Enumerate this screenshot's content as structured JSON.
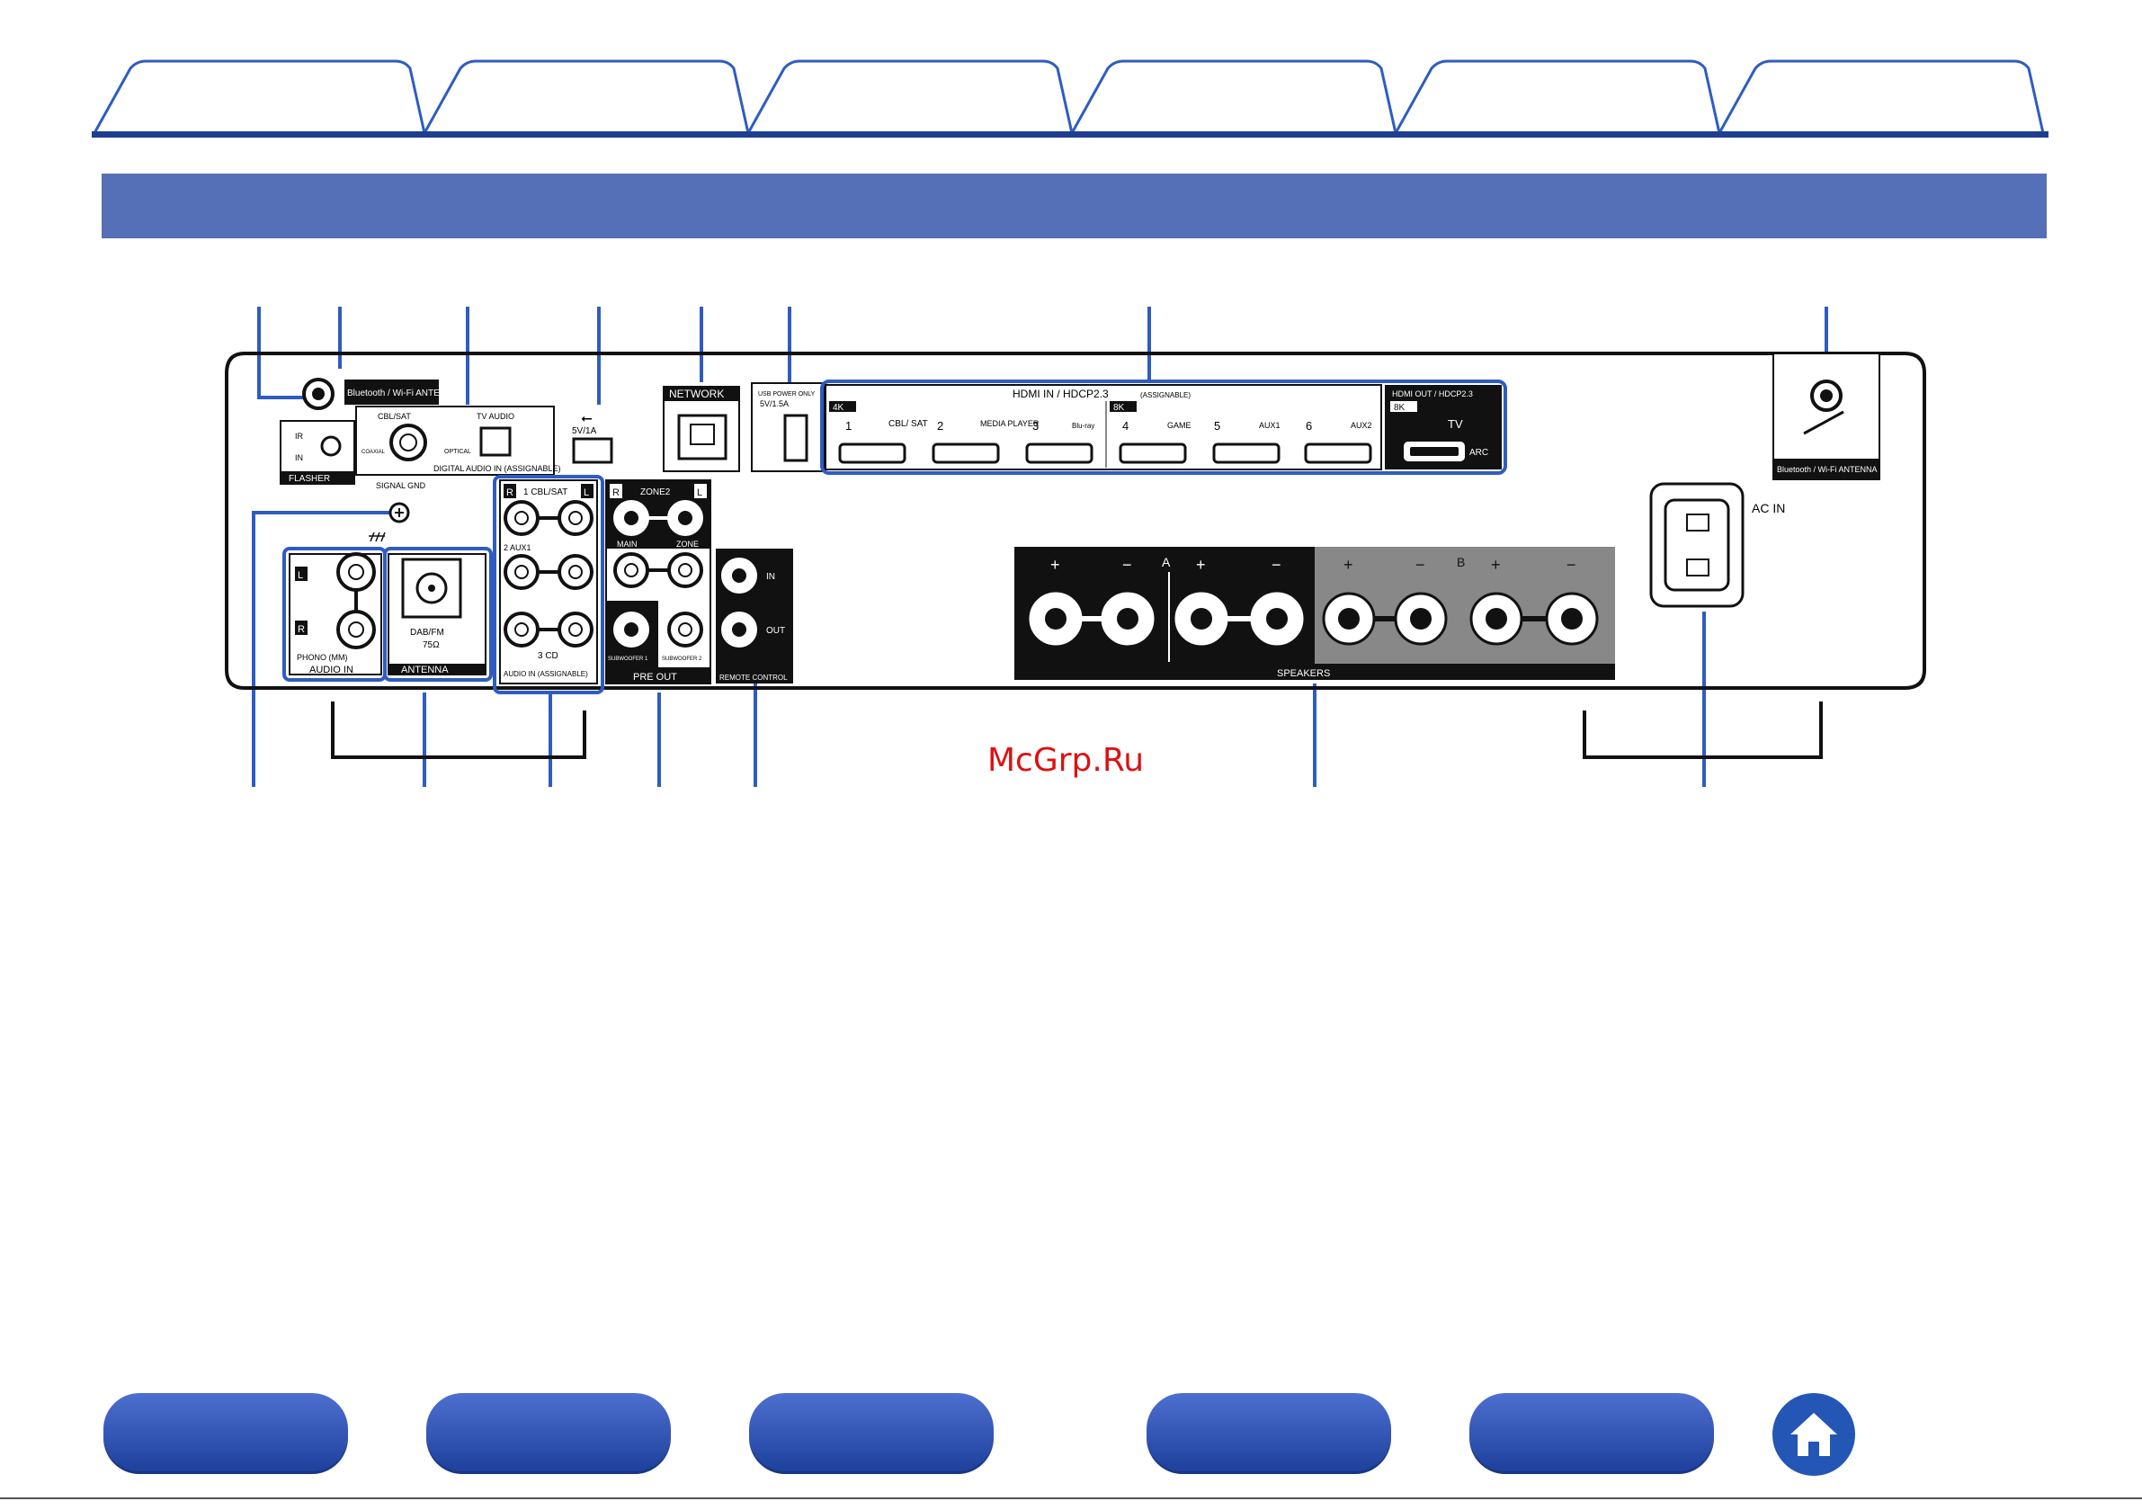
{
  "watermark": "McGrp.Ru",
  "colors": {
    "accent_blue": "#2f5cc2",
    "title_bar": "#5570b6",
    "nav_button": "#2a50b5",
    "panel_black": "#111111"
  },
  "nav_tabs_count": 6,
  "panel": {
    "bt_antenna_left": "Bluetooth / Wi-Fi ANTENNA",
    "bt_antenna_right": "Bluetooth / Wi-Fi ANTENNA",
    "ir": "IR",
    "in": "IN",
    "flasher": "FLASHER",
    "cbl_sat": "CBL/SAT",
    "tv_audio": "TV AUDIO",
    "coaxial": "COAXIAL",
    "optical": "OPTICAL",
    "digital_audio_in": "DIGITAL AUDIO IN (ASSIGNABLE)",
    "usb_5v": "5V/1A",
    "network": "NETWORK",
    "usb_power_only": "USB POWER ONLY",
    "usb_power_rating": "5V/1.5A",
    "hdmi_in_title": "HDMI IN / HDCP2.3",
    "hdmi_assignable": "(ASSIGNABLE)",
    "hdmi_out_title": "HDMI OUT / HDCP2.3",
    "badge_4k": "4K",
    "badge_8k": "8K",
    "badge_8k_out": "8K",
    "hdmi_inputs": [
      {
        "num": "1",
        "label": "CBL/ SAT"
      },
      {
        "num": "2",
        "label": "MEDIA PLAYER"
      },
      {
        "num": "3",
        "label": "Blu-ray"
      },
      {
        "num": "4",
        "label": "GAME"
      },
      {
        "num": "5",
        "label": "AUX1"
      },
      {
        "num": "6",
        "label": "AUX2"
      }
    ],
    "tv": "TV",
    "arc": "ARC",
    "signal_gnd": "SIGNAL GND",
    "phono_mm": "PHONO (MM)",
    "audio_in": "AUDIO IN",
    "dab_fm": "DAB/FM",
    "ohm_75": "75Ω",
    "antenna": "ANTENNA",
    "r_badge": "R",
    "l_badge": "L",
    "cbl_sat_1": "1 CBL/SAT",
    "aux1_2": "2 AUX1",
    "cd_3": "3 CD",
    "audio_in_assignable": "AUDIO IN (ASSIGNABLE)",
    "zone2": "ZONE2",
    "main": "MAIN",
    "zone": "ZONE",
    "subwoofer1": "SUBWOOFER 1",
    "subwoofer2": "SUBWOOFER 2",
    "pre_out": "PRE OUT",
    "rc_in": "IN",
    "rc_out": "OUT",
    "remote_control": "REMOTE CONTROL",
    "speakers": "SPEAKERS",
    "speaker_a": "A",
    "speaker_b": "B",
    "plus": "+",
    "minus": "−",
    "ac_in": "AC IN"
  }
}
